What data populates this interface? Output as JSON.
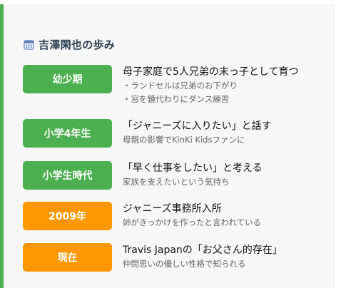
{
  "header": {
    "icon": "calendar-icon",
    "title": "吉澤閑也の歩み"
  },
  "colors": {
    "green": "#4caf50",
    "orange": "#ff9800",
    "accent_border": "#4caf50"
  },
  "timeline": [
    {
      "badge": "幼少期",
      "color": "green",
      "title": "母子家庭で5人兄弟の末っ子として育つ",
      "details": [
        "・ランドセルは兄弟のお下がり",
        "・窓を鏡代わりにダンス練習"
      ]
    },
    {
      "badge": "小学4年生",
      "color": "green",
      "title": "「ジャニーズに入りたい」と話す",
      "details": [
        "母親の影響でKinKi Kidsファンに"
      ]
    },
    {
      "badge": "小学生時代",
      "color": "green",
      "title": "「早く仕事をしたい」と考える",
      "details": [
        "家族を支えたいという気持ち"
      ]
    },
    {
      "badge": "2009年",
      "color": "orange",
      "title": "ジャニーズ事務所入所",
      "details": [
        "姉がきっかけを作ったと言われている"
      ]
    },
    {
      "badge": "現在",
      "color": "orange",
      "title": "Travis Japanの「お父さん的存在」",
      "details": [
        "仲間思いの優しい性格で知られる"
      ]
    }
  ]
}
